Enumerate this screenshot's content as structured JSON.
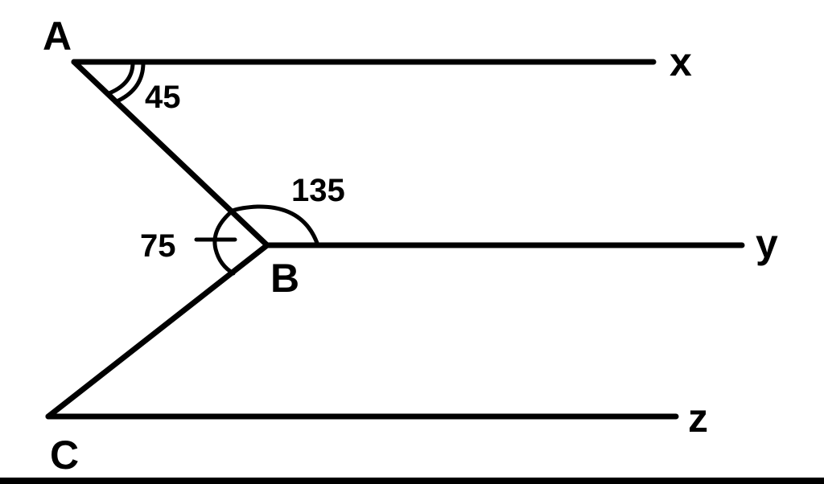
{
  "diagram": {
    "points": {
      "a": "A",
      "b": "B",
      "c": "C"
    },
    "lines": {
      "x": "x",
      "y": "y",
      "z": "z"
    },
    "angles": {
      "at_a": "45",
      "at_b_upper": "135",
      "at_b_left": "75"
    },
    "colors": {
      "ink": "#000000",
      "background": "#ffffff"
    }
  }
}
